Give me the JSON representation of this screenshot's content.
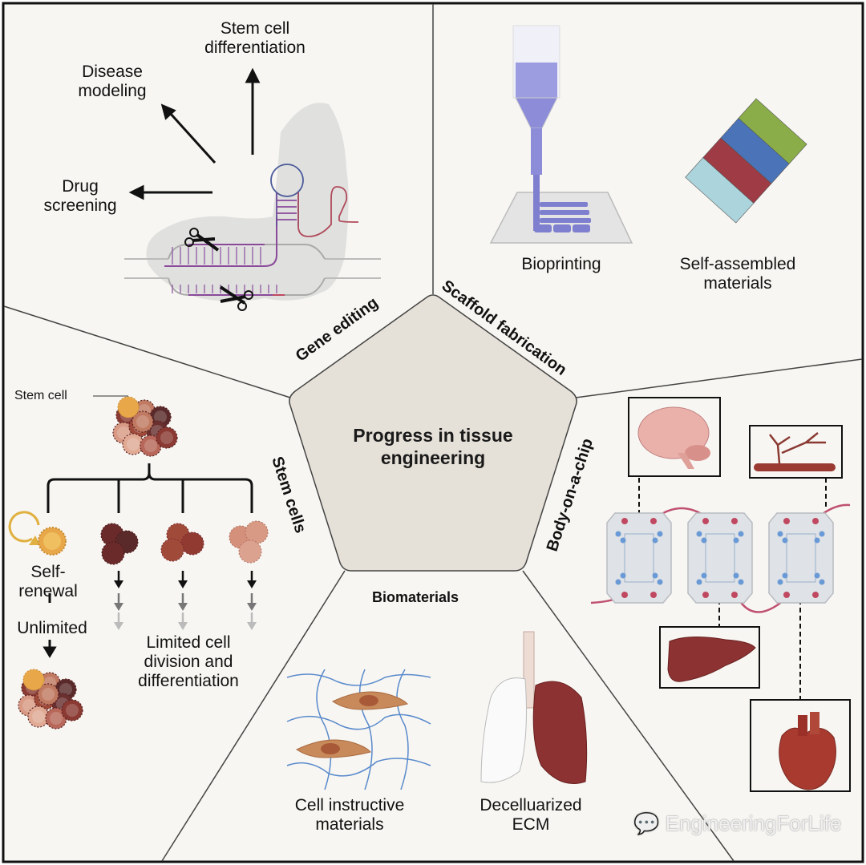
{
  "center": {
    "title_line1": "Progress in tissue",
    "title_line2": "engineering"
  },
  "sections": {
    "gene_editing": {
      "label": "Gene editing",
      "outcomes": [
        {
          "line1": "Stem cell",
          "line2": "differentiation"
        },
        {
          "line1": "Disease",
          "line2": "modeling"
        },
        {
          "line1": "Drug",
          "line2": "screening"
        }
      ]
    },
    "scaffold_fabrication": {
      "label": "Scaffold fabrication",
      "items": [
        {
          "line1": "Bioprinting"
        },
        {
          "line1": "Self-assembled",
          "line2": "materials"
        }
      ],
      "layer_colors": [
        "#8aad4a",
        "#4b74b8",
        "#9e3b45",
        "#acd4dc"
      ]
    },
    "body_on_a_chip": {
      "label": "Body-on-a-chip",
      "organs": [
        "brain",
        "blood-vessel",
        "liver",
        "heart"
      ]
    },
    "biomaterials": {
      "label": "Biomaterials",
      "items": [
        {
          "line1": "Cell instructive",
          "line2": "materials"
        },
        {
          "line1": "Decelluarized",
          "line2": "ECM"
        }
      ]
    },
    "stem_cells": {
      "label": "Stem cells",
      "stem_cell_label": "Stem cell",
      "self_renewal_line1": "Self-",
      "self_renewal_line2": "renewal",
      "unlimited": "Unlimited",
      "limited_line1": "Limited cell",
      "limited_line2": "division and",
      "limited_line3": "differentiation"
    }
  },
  "colors": {
    "background": "#f7f6f2",
    "pentagon_fill": "#e6e1d8",
    "frame": "#111111",
    "divider": "#444444",
    "bioink": "#7f7fd0",
    "organ_red": "#8c3232",
    "chip_dot_red": "#c04860",
    "chip_dot_blue": "#6a9ad6"
  },
  "watermark": "EngineeringForLife"
}
